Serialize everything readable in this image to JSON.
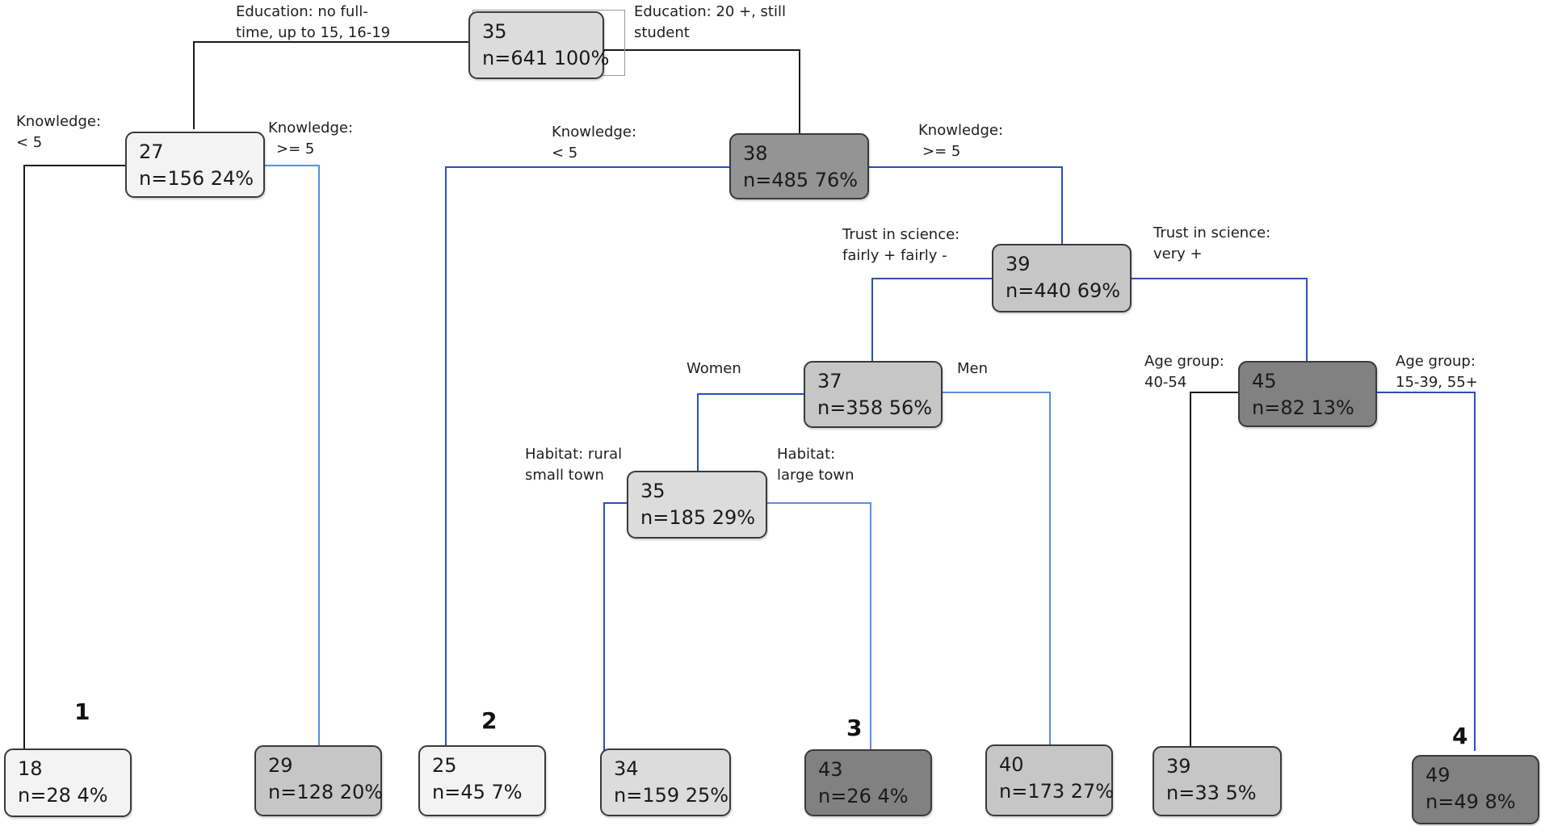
{
  "nodes": {
    "root": {
      "value": "35",
      "stats": "n=641 100%"
    },
    "n1": {
      "value": "27",
      "stats": "n=156 24%"
    },
    "n2": {
      "value": "38",
      "stats": "n=485 76%"
    },
    "n3": {
      "value": "39",
      "stats": "n=440 69%"
    },
    "n4": {
      "value": "37",
      "stats": "n=358 56%"
    },
    "n5": {
      "value": "45",
      "stats": "n=82 13%"
    },
    "n6": {
      "value": "35",
      "stats": "n=185 29%"
    },
    "leaf1": {
      "value": "18",
      "stats": "n=28 4%"
    },
    "leaf2": {
      "value": "29",
      "stats": "n=128 20%"
    },
    "leaf3": {
      "value": "25",
      "stats": "n=45 7%"
    },
    "leaf4": {
      "value": "34",
      "stats": "n=159 25%"
    },
    "leaf5": {
      "value": "43",
      "stats": "n=26 4%"
    },
    "leaf6": {
      "value": "40",
      "stats": "n=173 27%"
    },
    "leaf7": {
      "value": "39",
      "stats": "n=33 5%"
    },
    "leaf8": {
      "value": "49",
      "stats": "n=49 8%"
    }
  },
  "splits": {
    "edu_left": [
      "Education: no full-",
      "time, up to 15, 16-19"
    ],
    "edu_right": [
      "Education: 20 +, still",
      "student"
    ],
    "know1_left": [
      "Knowledge:",
      "< 5"
    ],
    "know1_right": [
      "Knowledge:",
      ">= 5"
    ],
    "know2_left": [
      "Knowledge:",
      "< 5"
    ],
    "know2_right": [
      "Knowledge:",
      ">= 5"
    ],
    "trust_left": [
      "Trust in science:",
      "fairly + fairly -"
    ],
    "trust_right": [
      "Trust in science:",
      "very +"
    ],
    "gender_left": "Women",
    "gender_right": "Men",
    "age_left": [
      "Age group:",
      "40-54"
    ],
    "age_right": [
      "Age group:",
      "15-39, 55+"
    ],
    "habitat_left": [
      "Habitat: rural",
      "small town"
    ],
    "habitat_right": [
      "Habitat:",
      "large town"
    ]
  },
  "leaf_numbers": [
    "1",
    "2",
    "3",
    "4"
  ],
  "colors": {
    "black_edge": "#1a1a1a",
    "blue_edge": "#2b4fbf",
    "light_blue_edge": "#5b8ee6"
  }
}
